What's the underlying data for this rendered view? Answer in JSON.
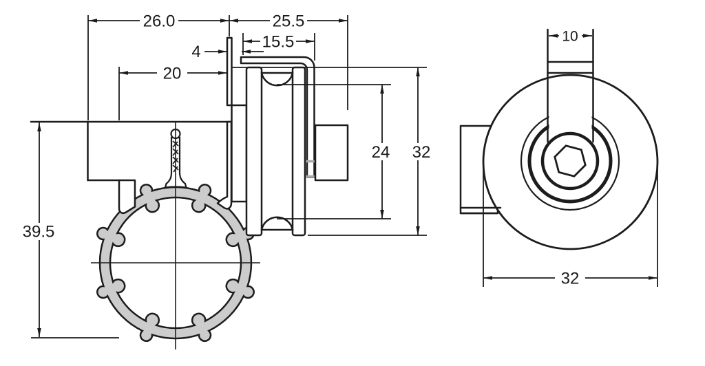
{
  "drawing": {
    "background": "#ffffff",
    "line_color": "#1c1c1c",
    "profile_fill": "#cccccc",
    "weld_mark_color": "#a9a9a9"
  },
  "dimensions": {
    "side_view": {
      "clamp_width": "26.0",
      "head_width": "25.5",
      "strap_length": "15.5",
      "plate_offset": "4",
      "clamp_depth": "20",
      "overall_height": "39.5",
      "groove_diameter": "24",
      "wheel_diameter": "32"
    },
    "front_view": {
      "strap_width": "10",
      "wheel_diameter": "32"
    }
  }
}
